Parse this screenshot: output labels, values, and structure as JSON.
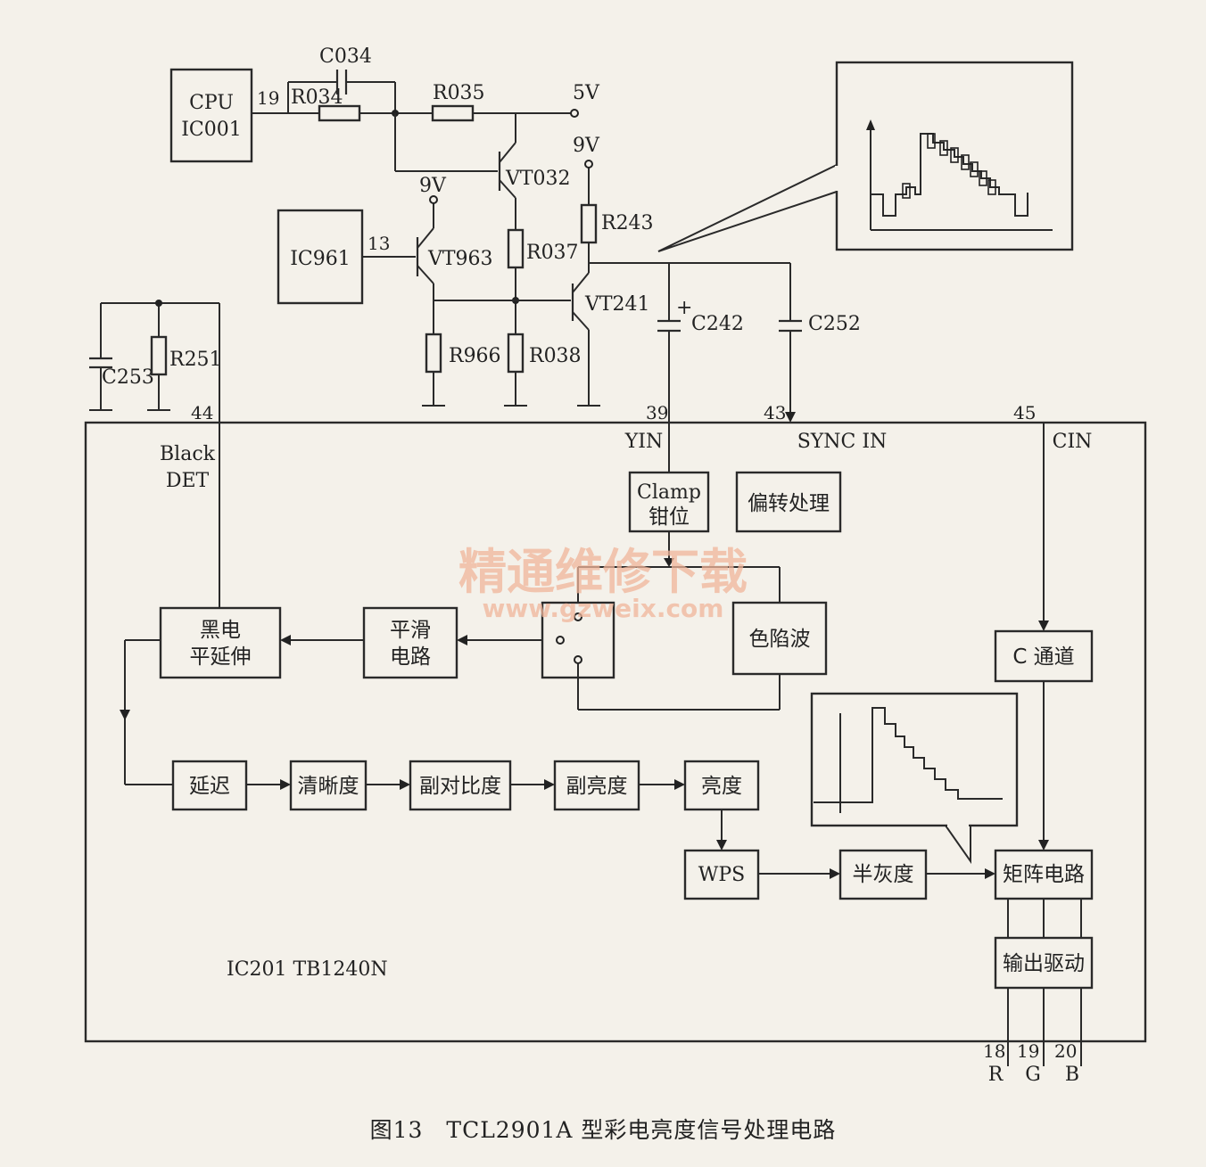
{
  "caption": "图13　TCL2901A 型彩电亮度信号处理电路",
  "watermark": {
    "line1": "精通维修下载",
    "line2": "www.gzweix.com"
  },
  "external": {
    "cpu": [
      "CPU",
      "IC001"
    ],
    "ic961": "IC961",
    "pins": {
      "cpu_pin": "19",
      "ic961_pin": "13",
      "p44": "44",
      "p39": "39",
      "p43": "43",
      "p45": "45",
      "p18": "18",
      "p19": "19",
      "p20": "20"
    },
    "components": {
      "c034": "C034",
      "r034": "R034",
      "r035": "R035",
      "v5": "5V",
      "v9a": "9V",
      "v9b": "9V",
      "vt032": "VT032",
      "vt963": "VT963",
      "vt241": "VT241",
      "r037": "R037",
      "r243": "R243",
      "r966": "R966",
      "r038": "R038",
      "c242": "C242",
      "c242_plus": "+",
      "c252": "C252",
      "c253": "C253",
      "r251": "R251"
    }
  },
  "ic201": {
    "label": "IC201 TB1240N",
    "pin_names": {
      "black": "Black",
      "det": "DET",
      "yin": "YIN",
      "sync": "SYNC IN",
      "cin": "CIN"
    },
    "outputs": {
      "r": "R",
      "g": "G",
      "b": "B"
    },
    "blocks": {
      "clamp_en": "Clamp",
      "clamp_cn": "钳位",
      "deflect": "偏转处理",
      "black1": "黑电",
      "black2": "平延伸",
      "smooth1": "平滑",
      "smooth2": "电路",
      "trap": "色陷波",
      "cchannel": "C 通道",
      "delay": "延迟",
      "sharp": "清晰度",
      "subcontrast": "副对比度",
      "subbright": "副亮度",
      "bright": "亮度",
      "wps": "WPS",
      "halfgray": "半灰度",
      "matrix": "矩阵电路",
      "driver": "输出驱动"
    }
  }
}
